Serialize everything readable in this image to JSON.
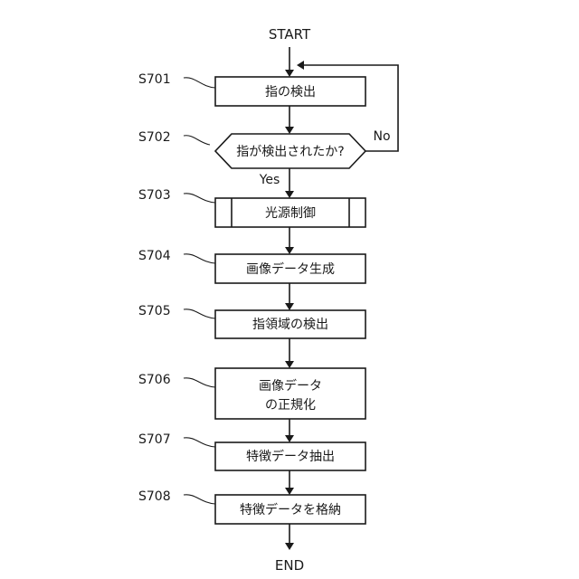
{
  "start_label": "START",
  "end_label": "END",
  "steps": [
    {
      "id": "S701",
      "kind": "process",
      "lines": [
        "指の検出"
      ]
    },
    {
      "id": "S702",
      "kind": "decision",
      "lines": [
        "指が検出されたか?"
      ]
    },
    {
      "id": "S703",
      "kind": "subroutine",
      "lines": [
        "光源制御"
      ]
    },
    {
      "id": "S704",
      "kind": "process",
      "lines": [
        "画像データ生成"
      ]
    },
    {
      "id": "S705",
      "kind": "process",
      "lines": [
        "指領域の検出"
      ]
    },
    {
      "id": "S706",
      "kind": "process",
      "lines": [
        "画像データ",
        "の正規化"
      ]
    },
    {
      "id": "S707",
      "kind": "process",
      "lines": [
        "特徴データ抽出"
      ]
    },
    {
      "id": "S708",
      "kind": "process",
      "lines": [
        "特徴データを格納"
      ]
    }
  ],
  "decision_yes": "Yes",
  "decision_no": "No"
}
